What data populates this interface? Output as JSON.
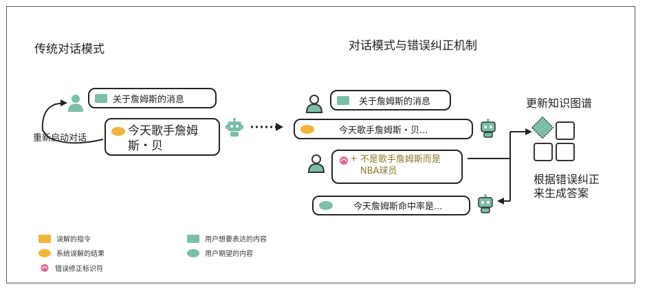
{
  "left_title": "传统对话模式",
  "right_title": "对话模式与错误纠正机制",
  "restart_label": "重新启动对话",
  "traditional": {
    "user_message": "关于詹姆斯的消息",
    "bot_reply": "今天歌手詹姆斯・贝"
  },
  "corrected": {
    "user_message": "关于詹姆斯的消息",
    "bot_reply": "今天歌手詹姆斯・贝...",
    "correction_plus": "+",
    "correction_text": "不是歌手詹姆斯而是NBA球员",
    "final_reply": "今天詹姆斯命中率是..."
  },
  "update_kg_label": "更新知识图谱",
  "regenerate_label": "根据错误纠正来生成答案",
  "legend": {
    "misunderstood_instruction": "误解的指令",
    "misunderstood_result": "系统误解的结果",
    "correction_marker": "错误修正标识符",
    "user_intent": "用户想要表达的内容",
    "user_expected": "用户期望的内容"
  },
  "colors": {
    "green": "#7bbfa8",
    "orange": "#f3b43a",
    "pink": "#e0698f",
    "correction_text": "#8a7a2a"
  }
}
